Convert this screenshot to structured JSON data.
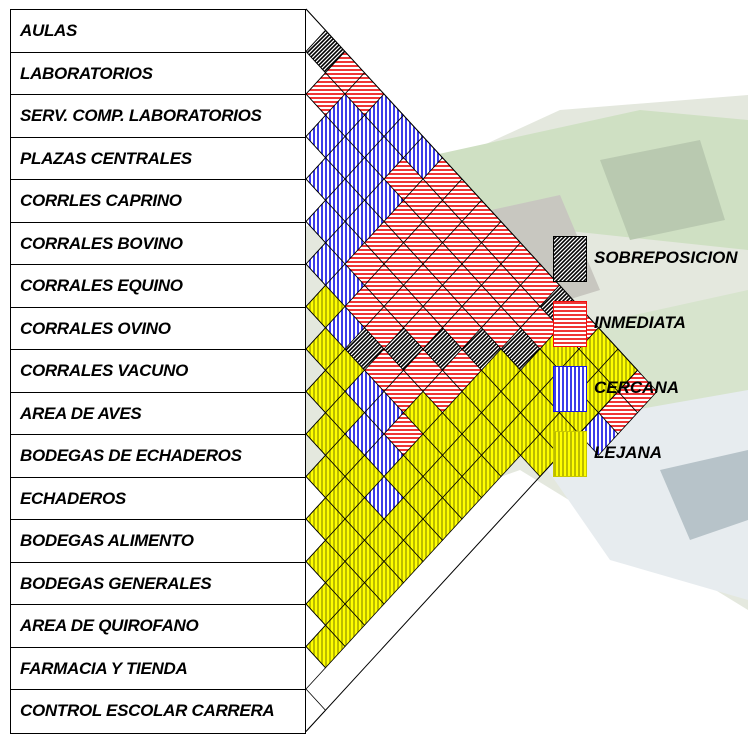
{
  "spaces": [
    "AULAS",
    "LABORATORIOS",
    "SERV.  COMP. LABORATORIOS",
    "PLAZAS CENTRALES",
    "CORRLES CAPRINO",
    "CORRALES BOVINO",
    "CORRALES EQUINO",
    "CORRALES OVINO",
    "CORRALES VACUNO",
    "AREA DE AVES",
    "BODEGAS DE ECHADEROS",
    "ECHADEROS",
    "BODEGAS ALIMENTO",
    "BODEGAS GENERALES",
    "AREA DE QUIROFANO",
    "FARMACIA Y TIENDA",
    "CONTROL ESCOLAR CARRERA"
  ],
  "legend": [
    {
      "key": "S",
      "label": "SOBREPOSICION",
      "color": "#000000",
      "pattern": "diagonal-hatch"
    },
    {
      "key": "I",
      "label": "INMEDIATA",
      "color": "#ee1111",
      "pattern": "horizontal-lines"
    },
    {
      "key": "C",
      "label": "CERCANA",
      "color": "#1a1ae6",
      "pattern": "vertical-lines"
    },
    {
      "key": "L",
      "label": "LEJANA",
      "color": "#ffff00",
      "pattern": "vertical-lines"
    }
  ],
  "relations": [
    "SIICCCIIIIIISILLI",
    "ICCCIIIIIIIILLLI",
    "CCCCIIIIIISLLLC",
    "CCCIIIIISLLLL",
    "CCIIIISILLLL",
    "CCIISIILLL",
    "LCSIILLLL",
    "LLCCILLL",
    "LLCCLLL",
    "LLLCLL",
    "LLLLL",
    "LLLL",
    "LLL",
    "LL",
    "L",
    ""
  ]
}
